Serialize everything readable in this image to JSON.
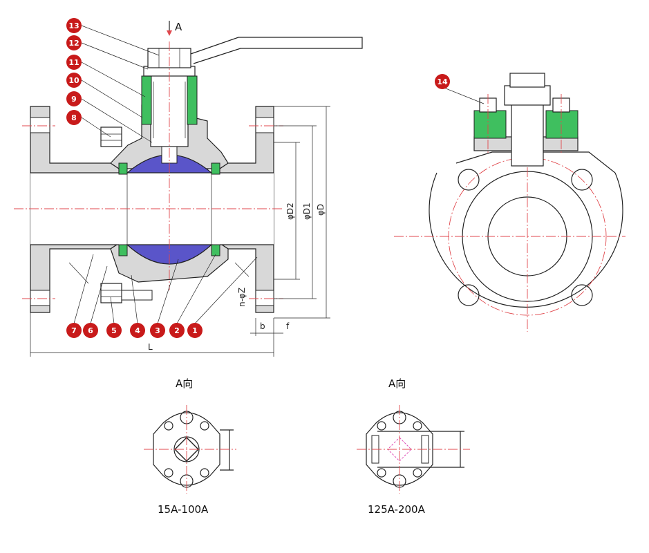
{
  "colors": {
    "body_fill": "#d8d8d8",
    "seal_green": "#3fbf5f",
    "ball_blue": "#5a55c9",
    "centerline_red": "#e0474c",
    "bubble_red": "#c81a1a",
    "pink": "#e04fb8"
  },
  "labels": {
    "view_arrow": "A",
    "dim_D2": "φD2",
    "dim_D1": "φD1",
    "dim_D": "φD",
    "dim_nZ": "n-φZ",
    "dim_b": "b",
    "dim_f": "f",
    "dim_L": "L",
    "view_a_left": "A向",
    "view_a_right": "A向",
    "caption_left": "15A-100A",
    "caption_right": "125A-200A"
  },
  "callouts": [
    "13",
    "12",
    "11",
    "10",
    "9",
    "8",
    "7",
    "6",
    "5",
    "4",
    "3",
    "2",
    "1",
    "14"
  ]
}
